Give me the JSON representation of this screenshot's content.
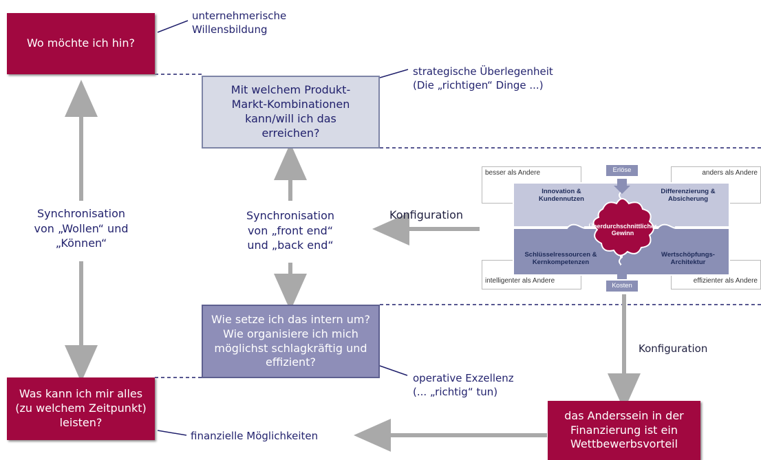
{
  "boxes": {
    "goal": "Wo möchte ich hin?",
    "product_market": "Mit welchem Produkt-Markt-Kombinationen kann/will ich das erreichen?",
    "internal": "Wie setze ich das intern um? Wie organisiere ich mich möglichst schlagkräftig und effizient?",
    "afford": "Was kann ich mir alles (zu welchem Zeitpunkt) leisten?",
    "finance_diff": "das Anderssein in der Finanzierung ist ein Wettbewerbsvorteil"
  },
  "notes": {
    "will_line1": "unternehmerische",
    "will_line2": "Willensbildung",
    "strategic_line1": "strategische Überlegenheit",
    "strategic_line2": "(Die „richtigen“ Dinge ...)",
    "operative_line1": "operative Exzellenz",
    "operative_line2": "(... „richtig“ tun)",
    "financial": "finanzielle Möglichkeiten",
    "sync_left_line1": "Synchronisation",
    "sync_left_line2": "von „Wollen“ und",
    "sync_left_line3": "„Können“",
    "sync_mid_line1": "Synchronisation",
    "sync_mid_line2": "von „front end“",
    "sync_mid_line3": "und „back end“",
    "config_h": "Konfiguration",
    "config_v": "Konfiguration"
  },
  "puzzle": {
    "corner_tl": "besser als Andere",
    "corner_tr": "anders als Andere",
    "corner_bl": "intelligenter als Andere",
    "corner_br": "effizienter als Andere",
    "top_tab": "Erlöse",
    "bottom_tab": "Kosten",
    "piece_tl_line1": "Innovation &",
    "piece_tl_line2": "Kundennutzen",
    "piece_tr_line1": "Differenzierung &",
    "piece_tr_line2": "Absicherung",
    "piece_bl_line1": "Schlüsselressourcen &",
    "piece_bl_line2": "Kernkompetenzen",
    "piece_br_line1": "Wertschöpfungs-",
    "piece_br_line2": "Architektur",
    "center_line1": "Überdurchschnittlicher",
    "center_line2": "Gewinn"
  },
  "colors": {
    "accent_red": "#a10840",
    "light_box": "#d7dae6",
    "dark_box": "#8e8eb8",
    "text_navy": "#23236e",
    "arrow_grey": "#a9a9a9"
  }
}
